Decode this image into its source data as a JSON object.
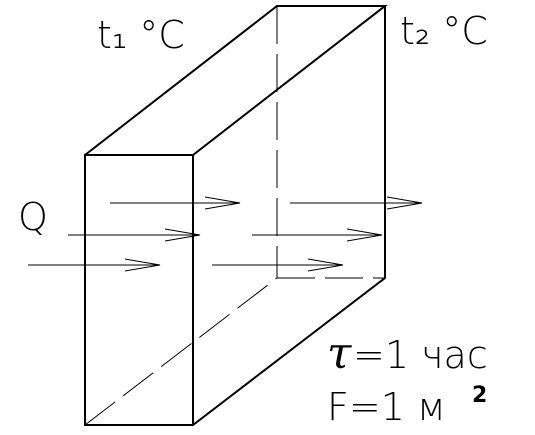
{
  "labels": {
    "t1": "t₁ °C",
    "t2": "t₂ °C",
    "q": "Q",
    "tau_symbol": "τ",
    "tau_value": "=1 час",
    "area": "F=1 м",
    "area_exponent": "2"
  },
  "colors": {
    "ink": "#000000",
    "background": "#ffffff"
  }
}
